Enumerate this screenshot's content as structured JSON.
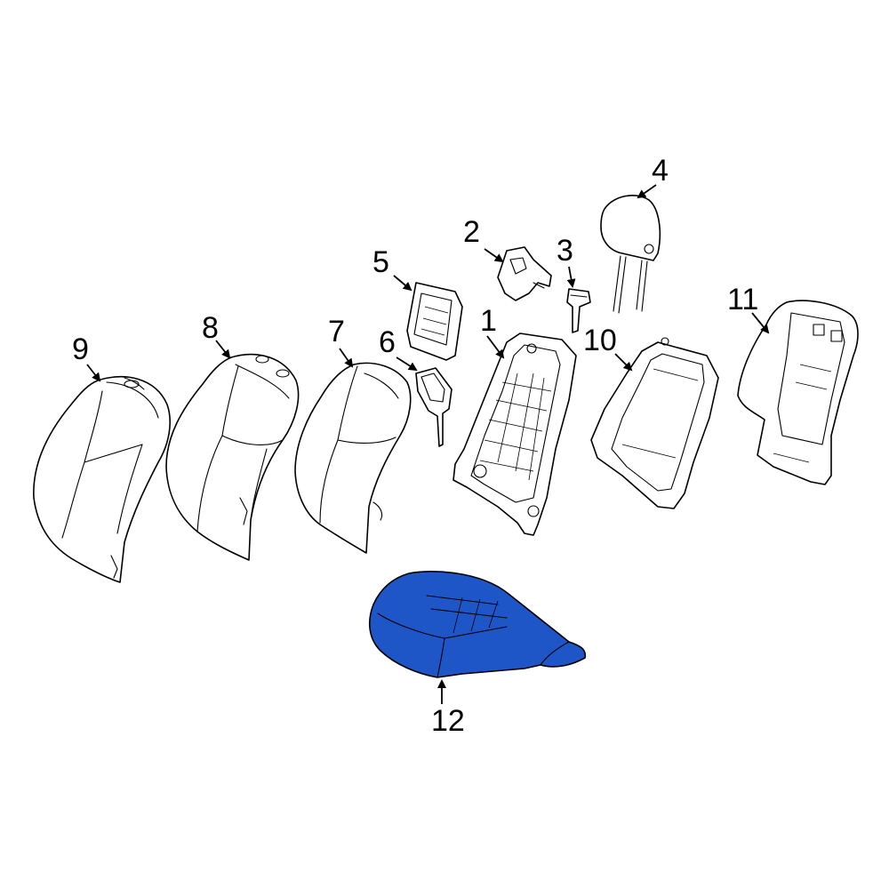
{
  "diagram": {
    "highlight_color": "#1e56c8",
    "line_color": "#000000",
    "background": "#ffffff",
    "highlighted_part": "12"
  },
  "callouts": [
    {
      "id": "1",
      "label": "1"
    },
    {
      "id": "2",
      "label": "2"
    },
    {
      "id": "3",
      "label": "3"
    },
    {
      "id": "4",
      "label": "4"
    },
    {
      "id": "5",
      "label": "5"
    },
    {
      "id": "6",
      "label": "6"
    },
    {
      "id": "7",
      "label": "7"
    },
    {
      "id": "8",
      "label": "8"
    },
    {
      "id": "9",
      "label": "9"
    },
    {
      "id": "10",
      "label": "10"
    },
    {
      "id": "11",
      "label": "11"
    },
    {
      "id": "12",
      "label": "12"
    }
  ]
}
